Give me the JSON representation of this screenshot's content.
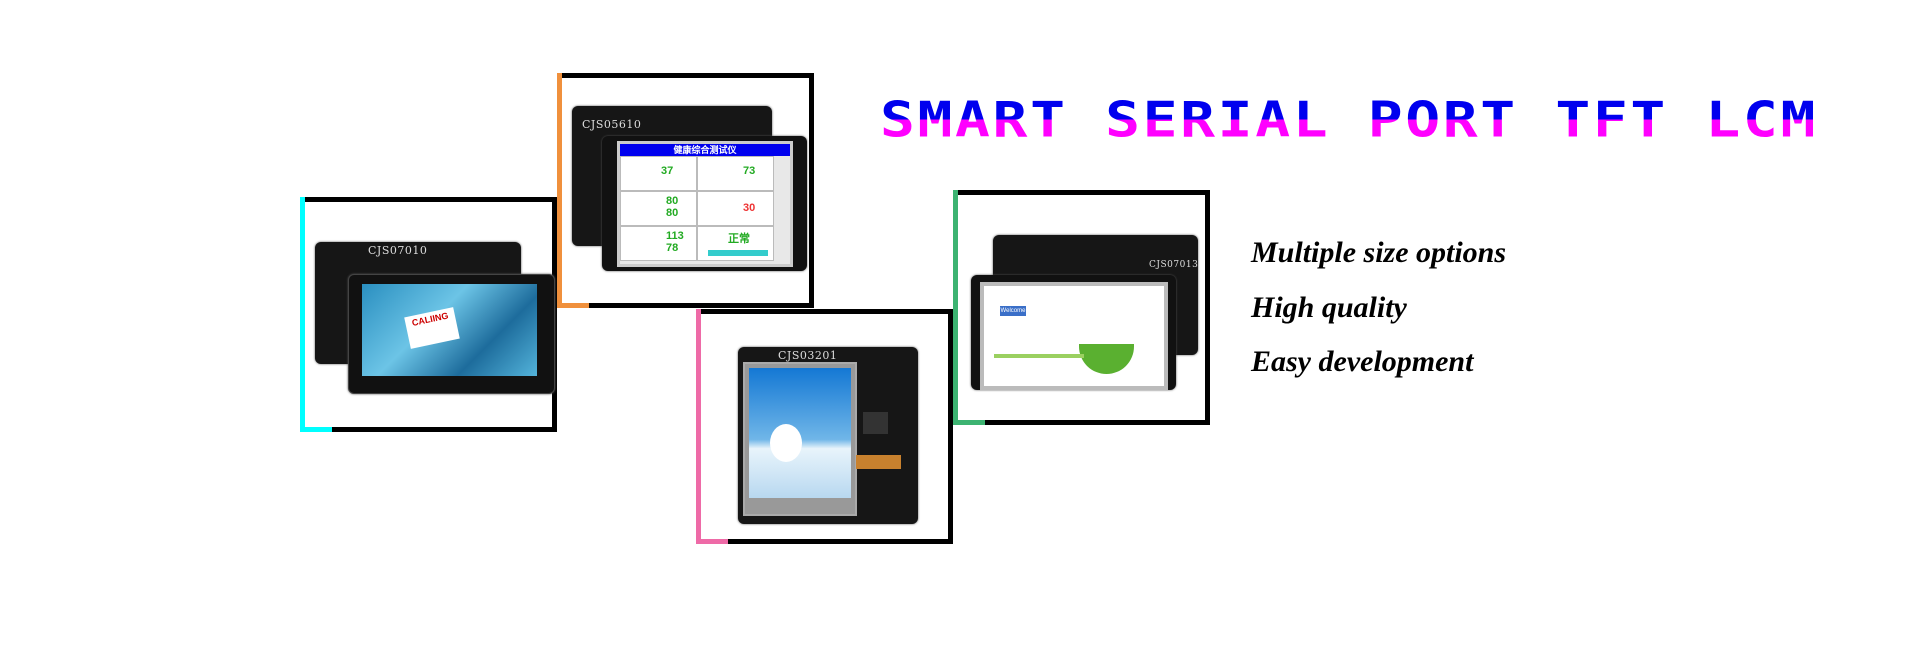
{
  "banner": {
    "title": "SMART SERIAL PORT TFT LCM",
    "title_colors": {
      "top": "#0000ee",
      "bottom": "#ff00ff"
    },
    "features": [
      "Multiple size options",
      "High quality",
      "Easy development"
    ]
  },
  "products": [
    {
      "model": "CJS07010",
      "accent": "#00ffff",
      "screen_logo": "CALIING"
    },
    {
      "model": "CJS05610",
      "accent": "#f0903c",
      "screen": {
        "header": "健康综合测试仪",
        "values": [
          "37",
          "73",
          "80",
          "80",
          "30",
          "113",
          "78"
        ],
        "status": "正常"
      }
    },
    {
      "model": "CJS03201",
      "accent": "#ee6aa7"
    },
    {
      "model": "CJS07013",
      "accent": "#3cb371",
      "screen_sign": "Welcome"
    }
  ]
}
